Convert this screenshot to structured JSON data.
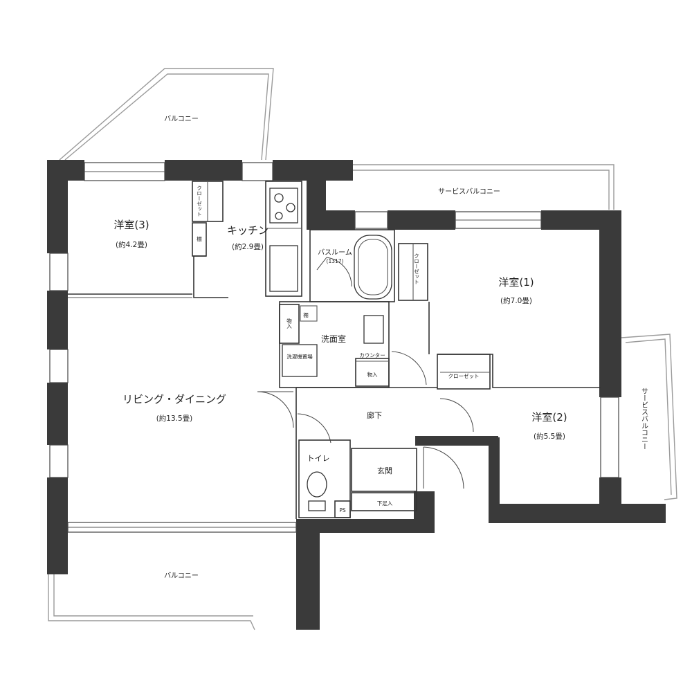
{
  "rooms": {
    "western3": {
      "name": "洋室(3)",
      "area": "(約4.2畳)"
    },
    "kitchen": {
      "name": "キッチン",
      "area": "(約2.9畳)"
    },
    "ldk": {
      "name": "リビング・ダイニング",
      "area": "(約13.5畳)"
    },
    "western1": {
      "name": "洋室(1)",
      "area": "(約7.0畳)"
    },
    "western2": {
      "name": "洋室(2)",
      "area": "(約5.5畳)"
    },
    "bathroom": {
      "name": "バスルーム",
      "note": "(1317)"
    },
    "washroom": {
      "name": "洗面室"
    },
    "hallway": {
      "name": "廊下"
    },
    "toilet": {
      "name": "トイレ"
    },
    "entrance": {
      "name": "玄関"
    }
  },
  "storage": {
    "closet_w3": "クローゼット",
    "closet_w1": "クローゼット",
    "closet_w2": "クローゼット",
    "shelf_w3": "棚",
    "shelf_wash": "棚",
    "storage_kitchen": "物入",
    "storage_hall": "物入",
    "washer": "洗濯機置場",
    "counter": "カウンター",
    "shoe": "下足入",
    "ps": "PS"
  },
  "balconies": {
    "top": "バルコニー",
    "bottom": "バルコニー",
    "service_top": "サービスバルコニー",
    "service_right": "サービスバルコニー"
  }
}
